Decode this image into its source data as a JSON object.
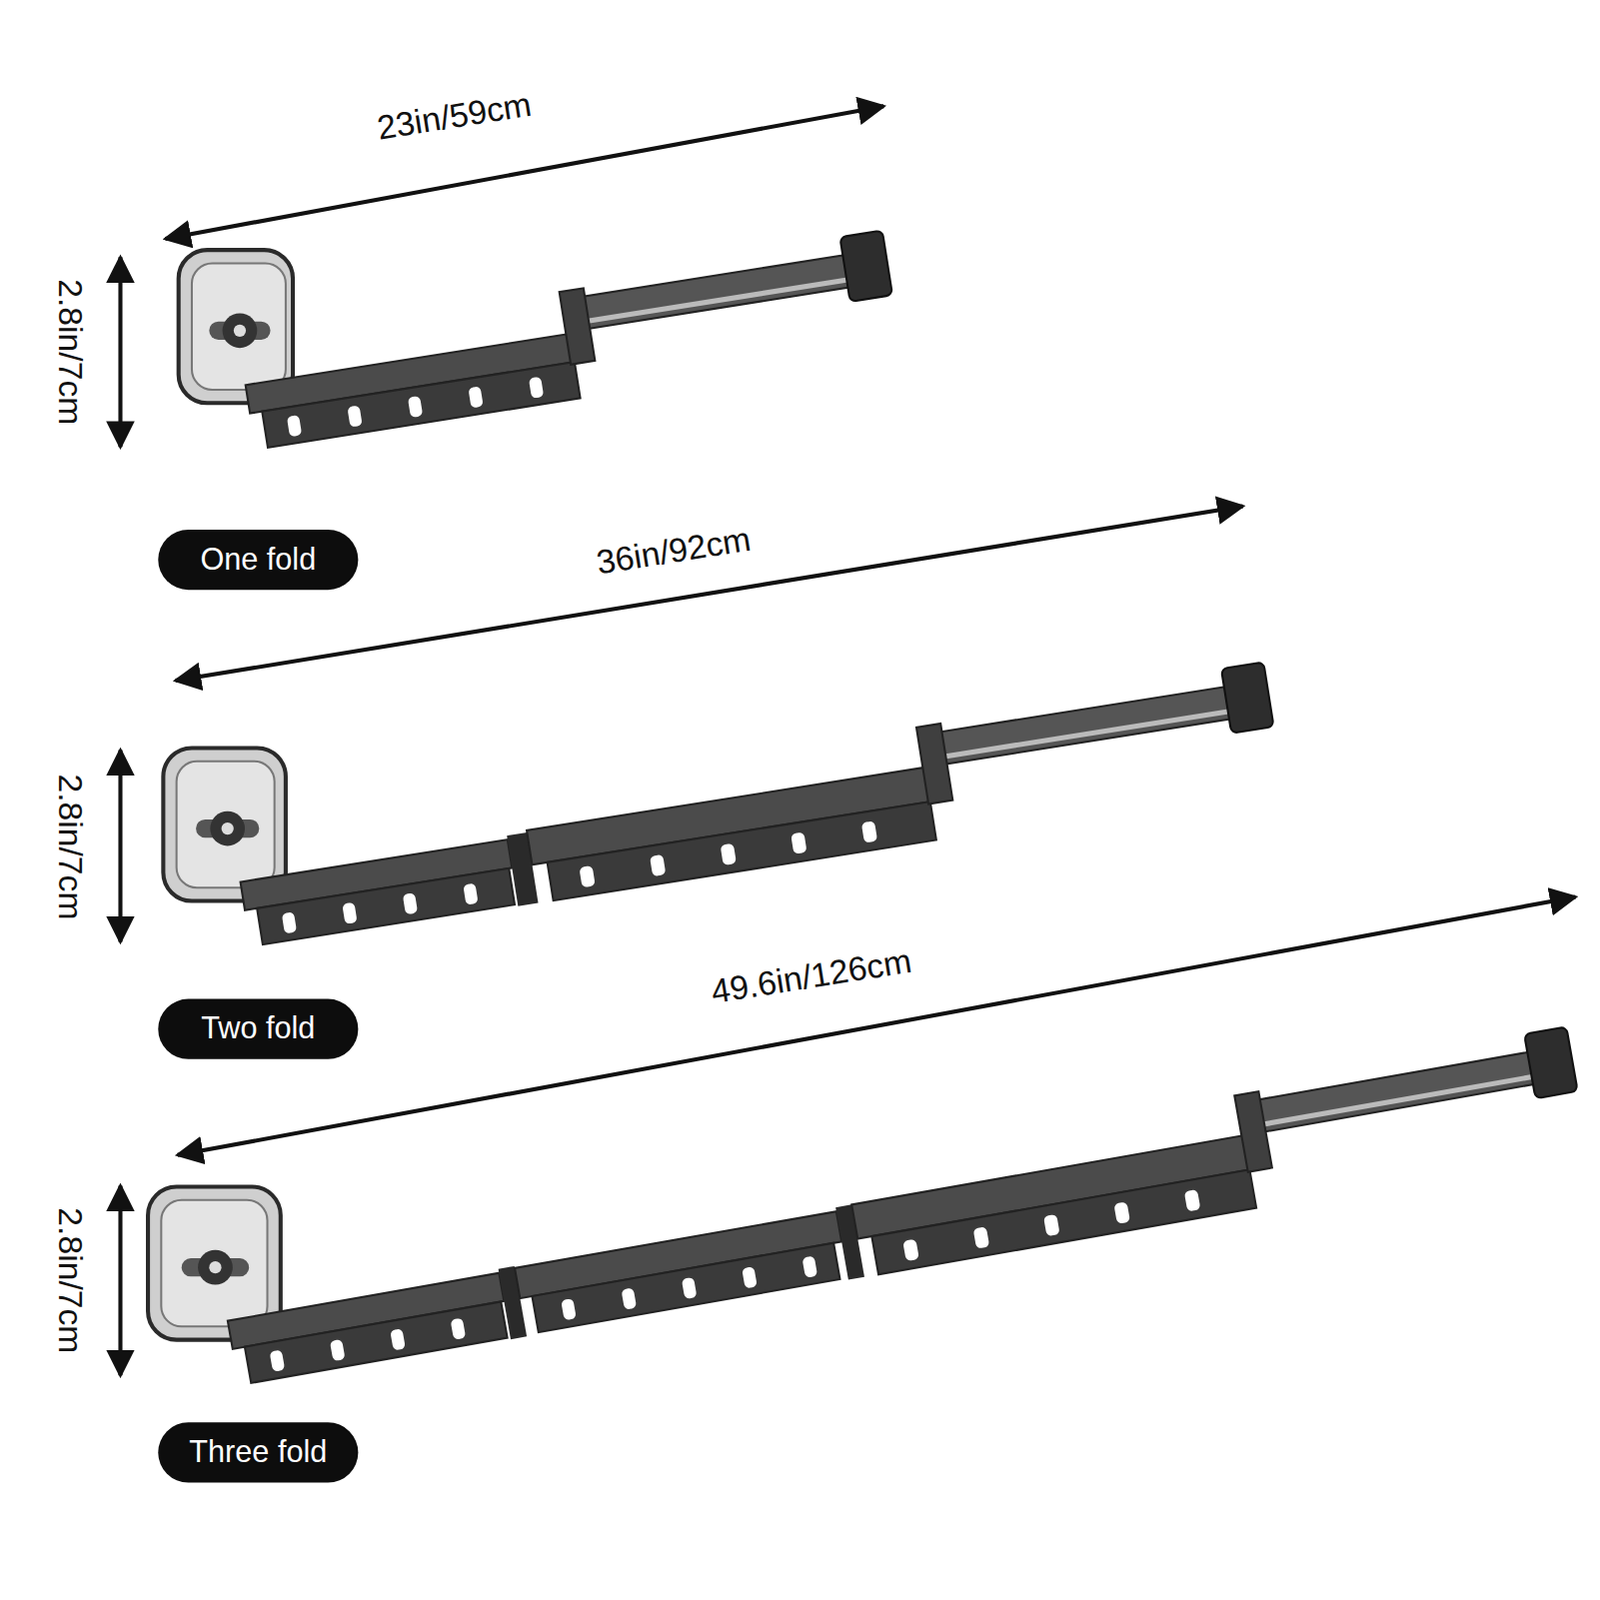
{
  "diagram": {
    "nodes": [
      {
        "text": [
          "One fold"
        ]
      },
      {
        "text": [
          "Two fold"
        ]
      },
      {
        "text": [
          "Three fold"
        ]
      }
    ],
    "labels": [
      "23in/59cm",
      "2.8in/7cm",
      "36in/92cm",
      "2.8in/7cm",
      "49.6in/126cm",
      "2.8in/7cm"
    ]
  }
}
